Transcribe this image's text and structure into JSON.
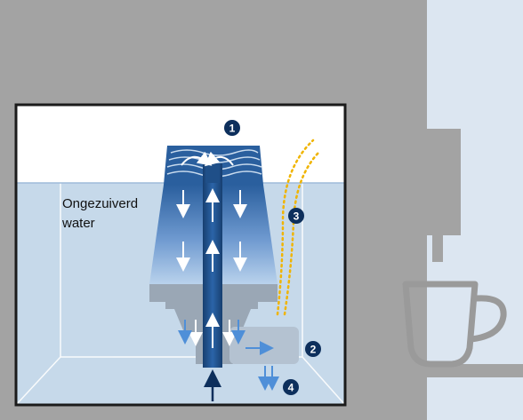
{
  "diagram": {
    "water_label_line1": "Ongezuiverd",
    "water_label_line2": "water",
    "callouts": {
      "one": "1",
      "two": "2",
      "three": "3",
      "four": "4"
    }
  },
  "colors": {
    "background": "#dce6f1",
    "machine_body": "#a3a3a3",
    "tank_frame": "#1b1b1b",
    "water": "#c6d9ea",
    "filter_dark": "#1f4f88",
    "filter_light": "#8fb5de",
    "flow_blue": "#4f8fd8",
    "steam_yellow": "#f0b400",
    "badge": "#0d2f5c"
  }
}
